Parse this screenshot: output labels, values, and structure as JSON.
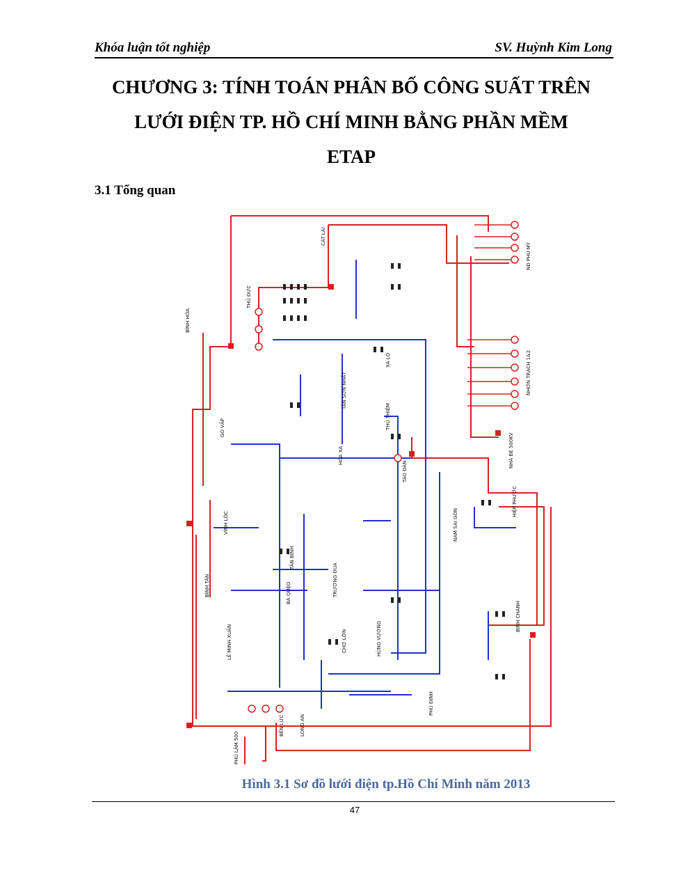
{
  "header": {
    "left": "Khóa luận tốt nghiệp",
    "right": "SV. Huỳnh Kim Long"
  },
  "chapter_title": {
    "line1": "CHƯƠNG 3: TÍNH TOÁN PHÂN BỐ CÔNG SUẤT TRÊN",
    "line2": "LƯỚI ĐIỆN TP. HỒ CHÍ MINH BẰNG PHẦN MỀM",
    "line3": "ETAP"
  },
  "section_heading": "3.1 Tổng quan",
  "figure": {
    "caption": "Hình 3.1 Sơ đồ lưới điện tp.Hồ Chí Minh năm 2013",
    "labels": {
      "cat_lai": "CÁT LÁI",
      "thu_duc": "THỦ ĐỨC",
      "binh_hoa": "BÌNH HÒA",
      "go_vap": "GÒ VẤP",
      "hoa_xa": "HÒA XA",
      "tao_dan": "TAO ĐÀN",
      "hiep_phuoc": "HIỆP PHƯỚC",
      "nam_sai_gon": "NAM SÀI GÒN",
      "binh_chanh": "BÌNH CHÁNH",
      "vinh_loc": "VĨNH LỘC",
      "binh_tan": "BÌNH TÂN",
      "cho_lon": "CHỢ LỚN",
      "phu_lam": "PHÚ LÂM 500",
      "phu_dinh": "PHÚ ĐỊNH",
      "hung_vuong": "HÙNG VƯƠNG",
      "truong_dua": "TRƯỜNG ĐUA",
      "tan_son_nhat": "TÂN SƠN NHẤT",
      "xa_lo": "XA LỘ",
      "thu_thiem": "THỦ THIÊM",
      "nhon_trach": "NHƠN TRẠCH 1&2",
      "phu_my": "NĐ PHÚ MỸ",
      "nha_be": "NHÀ BÈ 500KV",
      "le_minh_xuan": "LÊ MINH XUÂN",
      "ba_queo": "BÀ QUẸO",
      "tan_binh": "TÂN BÌNH",
      "ben_luc": "BẾN LỨC",
      "long_an": "LONG AN"
    }
  },
  "page_number": "47"
}
